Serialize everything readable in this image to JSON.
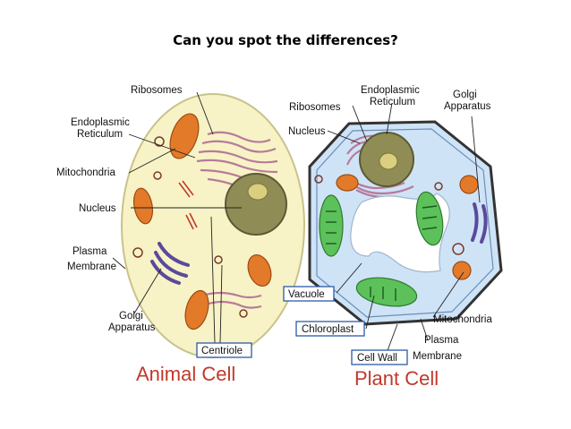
{
  "title": "Can you spot the differences?",
  "animal": {
    "caption": "Animal Cell",
    "labels": {
      "ribosomes": "Ribosomes",
      "er_line1": "Endoplasmic",
      "er_line2": "Reticulum",
      "mitochondria": "Mitochondria",
      "nucleus": "Nucleus",
      "plasma_line1": "Plasma",
      "plasma_line2": "Membrane",
      "golgi_line1": "Golgi",
      "golgi_line2": "Apparatus",
      "centriole": "Centriole"
    }
  },
  "plant": {
    "caption": "Plant Cell",
    "labels": {
      "er_line1": "Endoplasmic",
      "er_line2": "Reticulum",
      "golgi_line1": "Golgi",
      "golgi_line2": "Apparatus",
      "ribosomes": "Ribosomes",
      "nucleus": "Nucleus",
      "vacuole": "Vacuole",
      "chloroplast": "Chloroplast",
      "mitochondria": "Mitochondria",
      "plasma_line1": "Plasma",
      "plasma_line2": "Membrane",
      "cell_wall": "Cell Wall"
    }
  },
  "colors": {
    "animal_cytoplasm": "#f7f3c6",
    "plant_cytoplasm": "#cfe3f7",
    "nucleus": "#8f8d55",
    "mitochondria": "#e27a2a",
    "chloroplast": "#5cc15a",
    "golgi": "#5b4a9a",
    "er": "#b87a9a",
    "caption": "#c0392b",
    "box_border": "#2b5aa8"
  }
}
